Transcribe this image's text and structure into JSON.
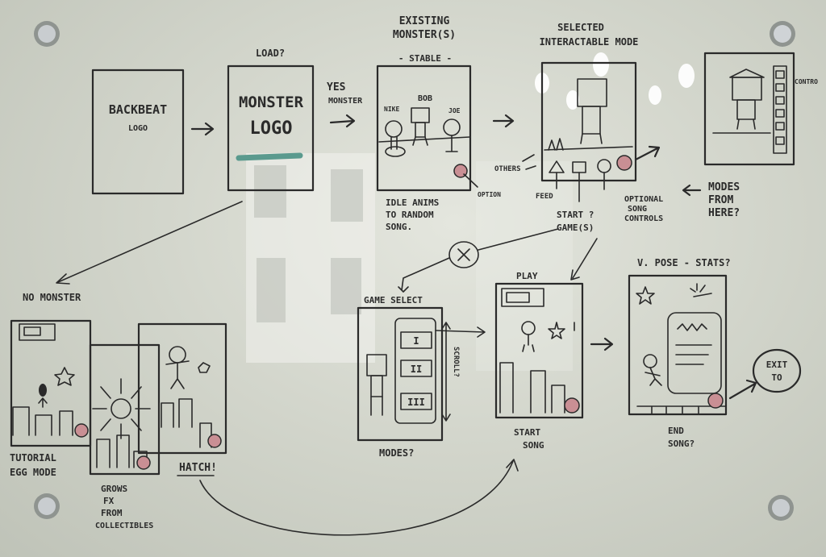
{
  "labels": {
    "backbeat_logo": [
      "BACKBEAT",
      "LOGO"
    ],
    "load": "LOAD?",
    "monster_logo": [
      "MONSTER",
      "LOGO"
    ],
    "yes_monster": [
      "YES",
      "MONSTER"
    ],
    "existing_monsters": [
      "EXISTING",
      "MONSTER(S)"
    ],
    "stable": "- STABLE -",
    "monster_names": [
      "NIKE",
      "BOB",
      "JOE"
    ],
    "idle_anims": [
      "IDLE ANIMS",
      "TO RANDOM",
      "SONG."
    ],
    "option": "OPTION",
    "selected_mode": [
      "SELECTED",
      "INTERACTABLE MODE"
    ],
    "others": "OTHERS",
    "feed": "FEED",
    "start_game": [
      "START ?",
      "GAME(S)"
    ],
    "optional_song_controls": [
      "OPTIONAL",
      "SONG",
      "CONTROLS"
    ],
    "modes_from_here": [
      "MODES",
      "FROM",
      "HERE?"
    ],
    "controls": "CONTRO",
    "no_monster": "NO MONSTER",
    "tutorial_egg_mode": [
      "TUTORIAL",
      "EGG MODE"
    ],
    "grows_fx": [
      "GROWS",
      "FX",
      "FROM",
      "COLLECTIBLES"
    ],
    "hatch": "HATCH!",
    "game_select": "GAME SELECT",
    "game_buttons": [
      "I",
      "II",
      "III"
    ],
    "scroll": "SCROLL?",
    "modes": "MODES?",
    "play": "PLAY",
    "start_song": [
      "START",
      "SONG"
    ],
    "pose_stats": "V. POSE - STATS?",
    "end_song": [
      "END",
      "SONG?"
    ],
    "exit_to": [
      "EXIT",
      "TO"
    ]
  },
  "colors": {
    "marker": "#2a2a2a",
    "board": "#d8dbd1",
    "accent_pink": "#c98f94",
    "progress_bar": "#5a9a8e"
  }
}
